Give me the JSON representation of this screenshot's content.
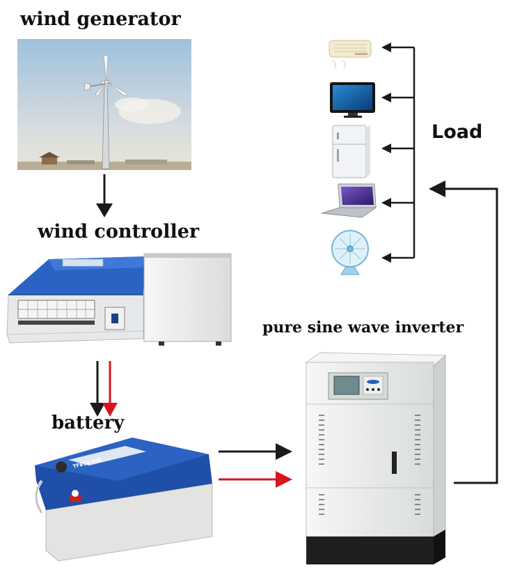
{
  "labels": {
    "wind_generator": "wind generator",
    "wind_controller": "wind controller",
    "battery": "battery",
    "inverter": "pure sine wave inverter",
    "load": "Load"
  },
  "battery_face": {
    "model": "TFB12-200"
  },
  "load_devices": [
    "air-conditioner",
    "television",
    "refrigerator",
    "laptop",
    "electric-fan"
  ],
  "colors": {
    "arrow_dark": "#1a1a1a",
    "arrow_red": "#d9141b",
    "battery_blue": "#1f4fa8",
    "controller_blue": "#2a63c4",
    "inverter_body": "#eef0ef",
    "sky_top": "#9fc1dc",
    "sky_bottom": "#e9e4d6"
  }
}
